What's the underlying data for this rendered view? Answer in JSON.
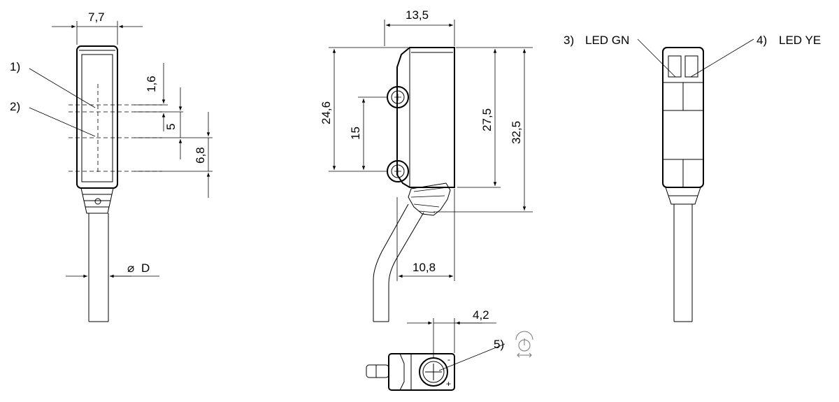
{
  "dimensions": {
    "width": "7,7",
    "top_offset": "1,6",
    "spacing": "5",
    "offset": "6,8",
    "diameter": "D",
    "depth": "13,5",
    "height": "24,6",
    "hole_distance": "15",
    "body_height": "27,5",
    "total_height": "32,5",
    "cable_offset": "10,8",
    "pot_offset": "4,2"
  },
  "callouts": {
    "c1": "1)",
    "c2": "2)",
    "c3": "3)",
    "c4": "4)",
    "c5": "5)",
    "led_green": "LED GN",
    "led_yellow": "LED YE"
  },
  "symbols": {
    "diameter": "⌀",
    "potentiometer": "potentiometer-icon"
  }
}
